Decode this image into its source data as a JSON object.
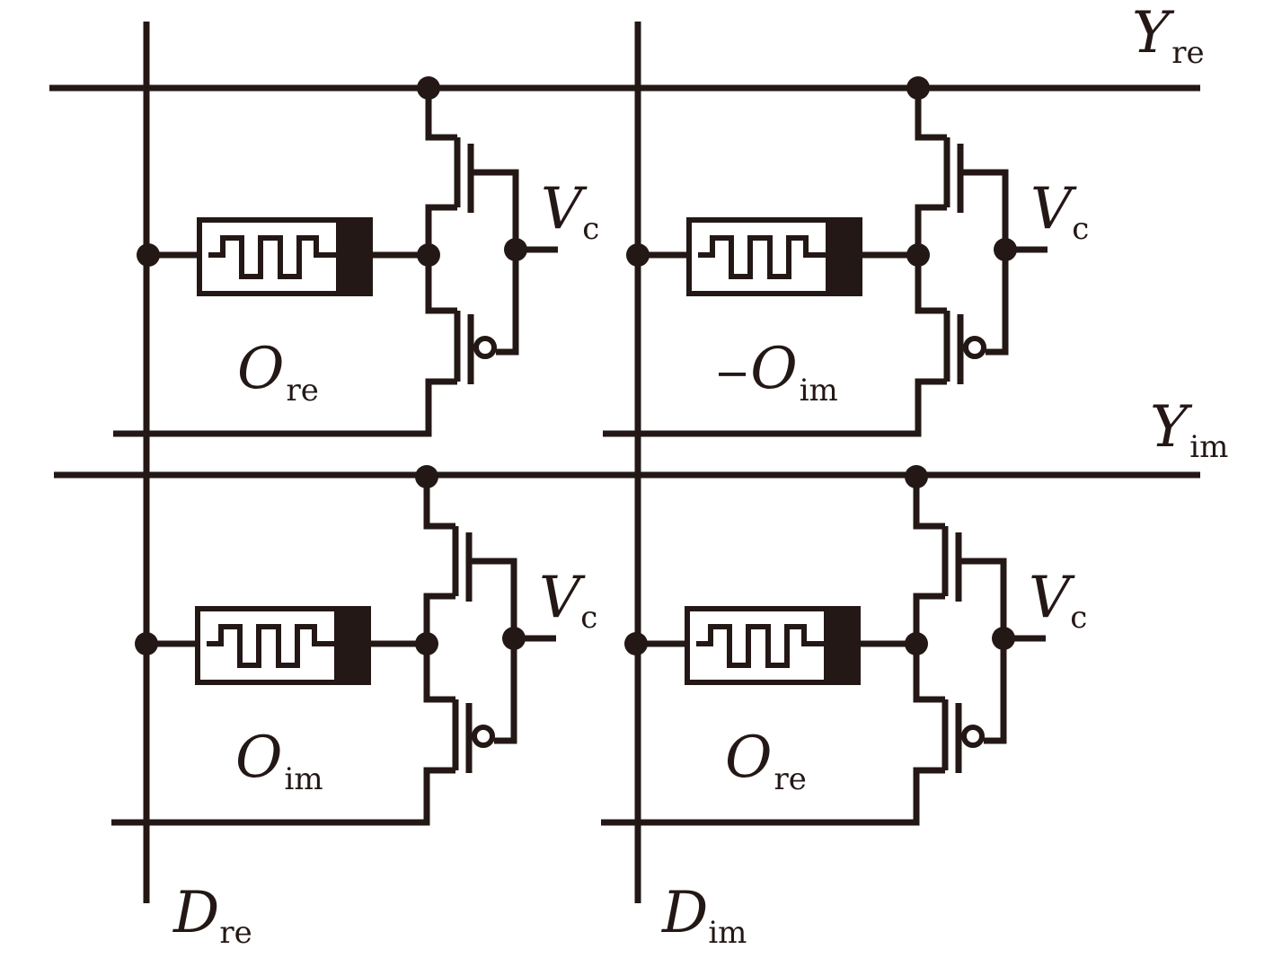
{
  "colors": {
    "ink": "#231815",
    "background": "#ffffff"
  },
  "labels": {
    "row_re": {
      "main": "Y",
      "sub": "re"
    },
    "row_im": {
      "main": "Y",
      "sub": "im"
    },
    "col_re": {
      "main": "D",
      "sub": "re"
    },
    "col_im": {
      "main": "D",
      "sub": "im"
    }
  },
  "cells": [
    {
      "id": "cell-top-left",
      "sign": "",
      "weight": "O",
      "weight_sub": "re",
      "gate": "V",
      "gate_sub": "c"
    },
    {
      "id": "cell-top-right",
      "sign": "−",
      "weight": "O",
      "weight_sub": "im",
      "gate": "V",
      "gate_sub": "c"
    },
    {
      "id": "cell-bottom-left",
      "sign": "",
      "weight": "O",
      "weight_sub": "im",
      "gate": "V",
      "gate_sub": "c"
    },
    {
      "id": "cell-bottom-right",
      "sign": "",
      "weight": "O",
      "weight_sub": "re",
      "gate": "V",
      "gate_sub": "c"
    }
  ]
}
